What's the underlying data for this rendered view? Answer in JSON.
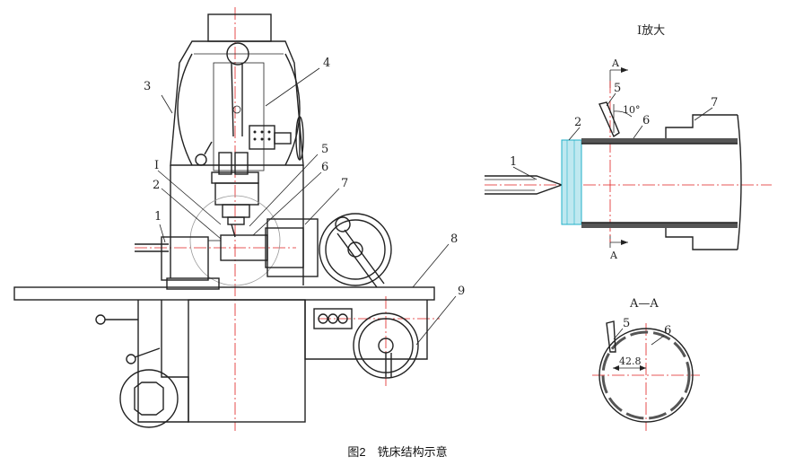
{
  "caption": "图2　铣床结构示意",
  "enlarge_title": "I放大",
  "section_title": "A—A",
  "section_arrow_label": "A",
  "section_arrow_label_bottom": "A",
  "angle_label": "10°",
  "dimension_label": "42.8",
  "detail_I_label": "I",
  "main_labels": [
    "1",
    "2",
    "3",
    "4",
    "5",
    "6",
    "7",
    "8",
    "9"
  ],
  "zoom_labels": [
    "1",
    "2",
    "5",
    "6",
    "7"
  ],
  "section_labels": [
    "5",
    "6"
  ],
  "colors": {
    "line": "#222222",
    "centerline": "#e02020",
    "highlight": "#20b0c8"
  }
}
